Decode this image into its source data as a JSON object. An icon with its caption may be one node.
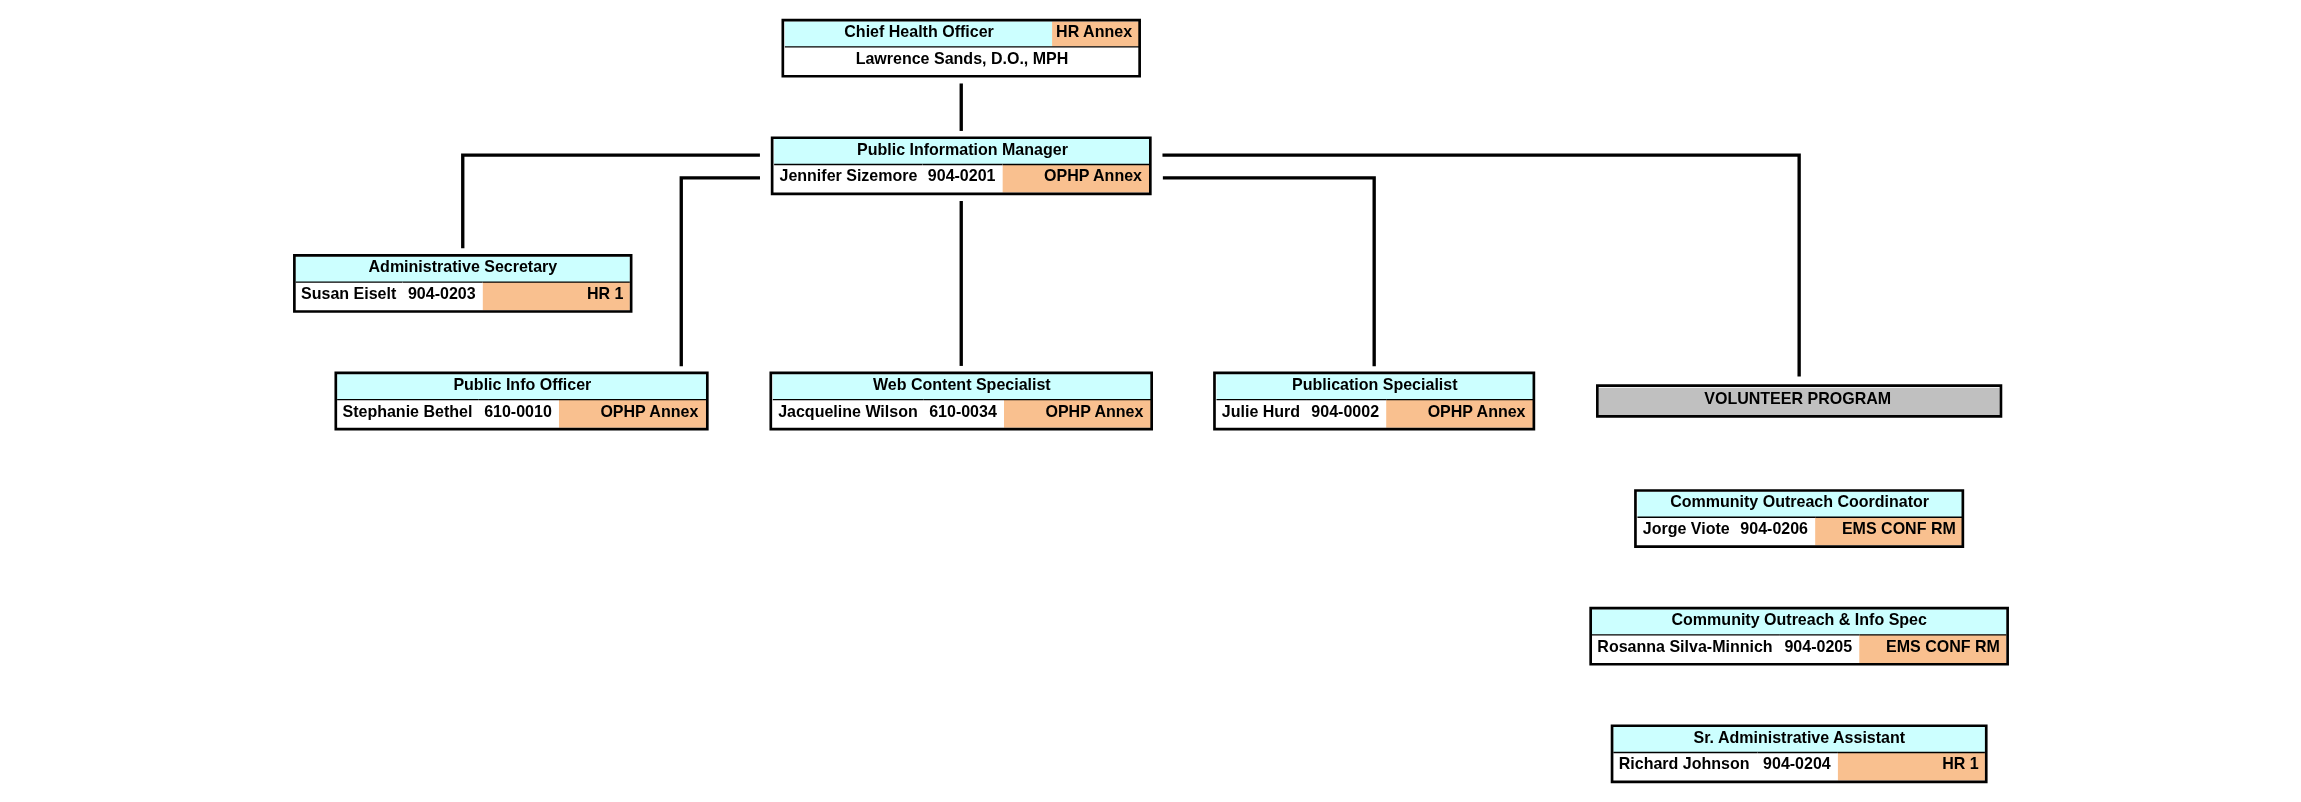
{
  "diagram": {
    "nodes": [
      {
        "text": [
          "Chief Health Officer",
          "HR Annex",
          "Lawrence Sands, D.O., MPH"
        ]
      },
      {
        "text": [
          "Public Information Manager",
          "Jennifer Sizemore",
          "904-0201",
          "OPHP Annex"
        ]
      },
      {
        "text": [
          "Administrative Secretary",
          "Susan Eiselt",
          "904-0203",
          "HR 1"
        ]
      },
      {
        "text": [
          "Public Info Officer",
          "Stephanie Bethel",
          "610-0010",
          "OPHP Annex"
        ]
      },
      {
        "text": [
          "Web Content Specialist",
          "Jacqueline Wilson",
          "610-0034",
          "OPHP Annex"
        ]
      },
      {
        "text": [
          "Publication Specialist",
          "Julie Hurd",
          "904-0002",
          "OPHP Annex"
        ]
      },
      {
        "text": [
          "VOLUNTEER PROGRAM"
        ]
      },
      {
        "text": [
          "Community Outreach Coordinator",
          "Jorge Viote",
          "904-0206",
          "EMS CONF RM"
        ]
      },
      {
        "text": [
          "Community Outreach & Info Spec",
          "Rosanna Silva-Minnich",
          "904-0205",
          "EMS CONF RM"
        ]
      },
      {
        "text": [
          "Sr. Administrative Assistant",
          "Richard Johnson",
          "904-0204",
          "HR 1"
        ]
      }
    ],
    "edges": [
      {
        "from": 0,
        "to": 1,
        "arrow": "none"
      },
      {
        "from": 1,
        "to": 2,
        "arrow": "none"
      },
      {
        "from": 1,
        "to": 3,
        "arrow": "none"
      },
      {
        "from": 1,
        "to": 4,
        "arrow": "none"
      },
      {
        "from": 1,
        "to": 5,
        "arrow": "none"
      },
      {
        "from": 1,
        "to": 6,
        "arrow": "none"
      }
    ]
  }
}
